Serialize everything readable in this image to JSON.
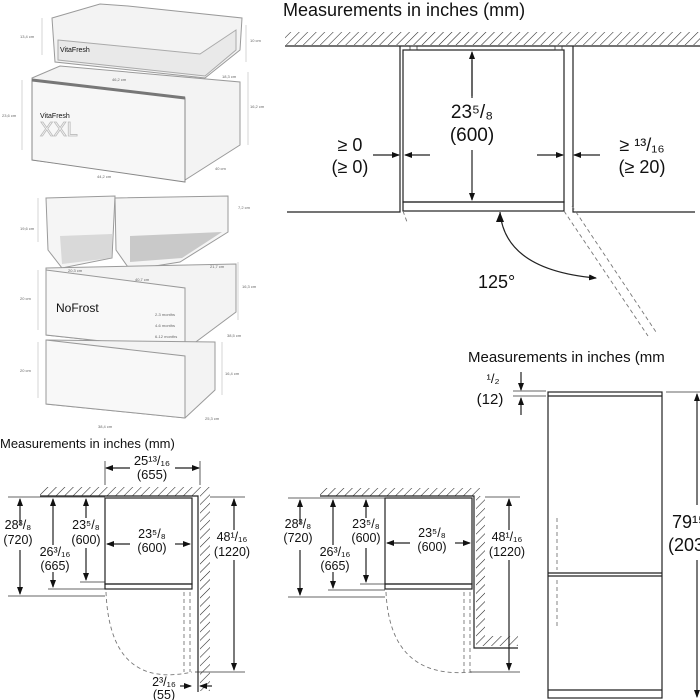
{
  "drawers_panel": {
    "vitafresh_brand": "VitaFresh",
    "xxl_label": "XXL",
    "nofrost_label": "NoFrost",
    "dims": [
      "13,4 cm",
      "10 cm",
      "46,2 cm",
      "18,3 cm",
      "23,6 cm",
      "16,2 cm",
      "44,2 cm",
      "40 cm",
      "19,6 cm",
      "7,2 cm",
      "20,3 cm",
      "40,7 cm",
      "21,7 cm",
      "20 cm",
      "16,3 cm",
      "38,5 cm",
      "20 cm",
      "16,4 cm",
      "38,4 cm",
      "25,3 cm"
    ],
    "storage_rows": [
      "2-3 months",
      "4-6 months",
      "6-12 months"
    ]
  },
  "top_plan": {
    "title": "Measurements in inches (mm)",
    "depth_in": "23⁵/₈",
    "depth_mm": "(600)",
    "left_gap_in": "≥ 0",
    "left_gap_mm": "(≥ 0)",
    "right_gap_in": "≥ ¹³/₁₆",
    "right_gap_mm": "(≥ 20)",
    "door_angle": "125°"
  },
  "corner_plan": {
    "title": "Measurements in inches (mm)",
    "width_in": "25¹³/₁₆",
    "width_mm": "(655)",
    "d1_in": "28³/₈",
    "d1_mm": "(720)",
    "d2_in": "26³/₁₆",
    "d2_mm": "(665)",
    "d3_in": "23⁵/₈",
    "d3_mm": "(600)",
    "inner_in": "23⁵/₈",
    "inner_mm": "(600)",
    "clear_in": "48¹/₁₆",
    "clear_mm": "(1220)",
    "wall_gap_in": "2³/₁₆",
    "wall_gap_mm": "(55)"
  },
  "corner_plan_2": {
    "d1_in": "28³/₈",
    "d1_mm": "(720)",
    "d2_in": "26³/₁₆",
    "d2_mm": "(665)",
    "d3_in": "23⁵/₈",
    "d3_mm": "(600)",
    "inner_in": "23⁵/₈",
    "inner_mm": "(600)",
    "clear_in": "48¹/₁₆",
    "clear_mm": "(1220)"
  },
  "front_view": {
    "title": "Measurements in inches (mm",
    "top_gap_in": "¹/₂",
    "top_gap_mm": "(12)",
    "height_in": "79¹⁵",
    "height_mm": "(203"
  }
}
